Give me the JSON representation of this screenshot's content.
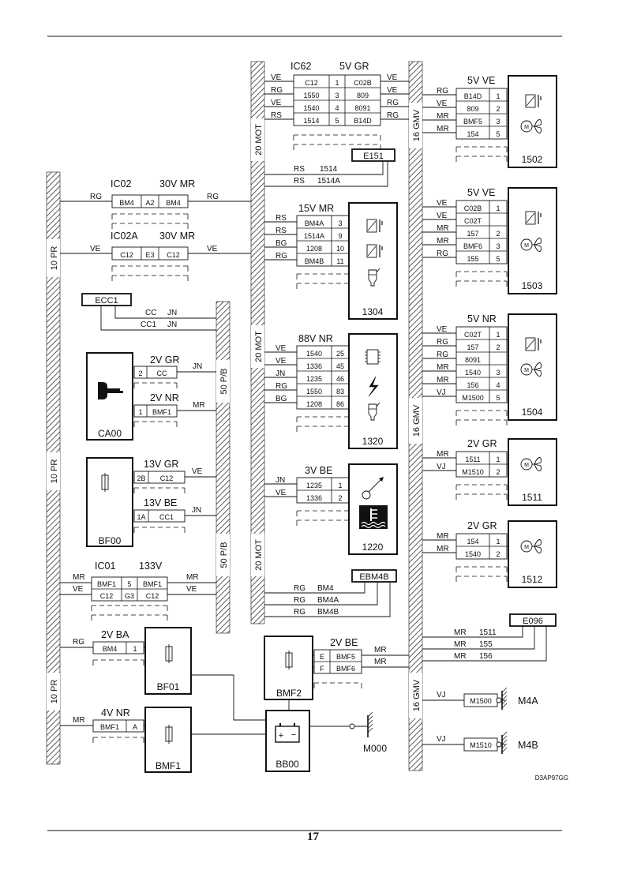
{
  "page_number": "17",
  "diagram_ref": "D3AP97GG",
  "bundles": {
    "pr": "10 PR",
    "mot": "20 MOT",
    "pb": "50 P/B",
    "gmv": "16 GMV"
  },
  "ic62": {
    "title": "IC62",
    "spec": "5V GR",
    "rows": [
      {
        "l": "VE",
        "a": "C12",
        "n": "1",
        "b": "C02B",
        "r": "VE"
      },
      {
        "l": "RG",
        "a": "1550",
        "n": "3",
        "b": "809",
        "r": "VE"
      },
      {
        "l": "VE",
        "a": "1540",
        "n": "4",
        "b": "8091",
        "r": "RG"
      },
      {
        "l": "RS",
        "a": "1514",
        "n": "5",
        "b": "B14D",
        "r": "RG"
      }
    ]
  },
  "e151": {
    "label": "E151",
    "w1": {
      "c": "RS",
      "n": "1514"
    },
    "w2": {
      "c": "RS",
      "n": "1514A"
    }
  },
  "ic02": {
    "title": "IC02",
    "spec": "30V MR",
    "l": "RG",
    "r": "RG",
    "cells": [
      "BM4",
      "A2",
      "BM4"
    ]
  },
  "ic02a": {
    "title": "IC02A",
    "spec": "30V MR",
    "l": "VE",
    "r": "VE",
    "cells": [
      "C12",
      "E3",
      "C12"
    ]
  },
  "ecc1": {
    "label": "ECC1",
    "w1": {
      "c": "CC",
      "n": "JN"
    },
    "w2": {
      "c": "CC1",
      "n": "JN"
    }
  },
  "ca00": {
    "label": "CA00",
    "c1": {
      "spec": "2V GR",
      "pin": "2",
      "w": "CC",
      "c": "JN"
    },
    "c2": {
      "spec": "2V NR",
      "pin": "1",
      "w": "BMF1",
      "c": "MR"
    }
  },
  "bf00": {
    "label": "BF00",
    "c1": {
      "spec": "13V GR",
      "pin": "2B",
      "w": "C12",
      "c": "VE"
    },
    "c2": {
      "spec": "13V BE",
      "pin": "1A",
      "w": "CC1",
      "c": "JN"
    }
  },
  "ic01": {
    "title": "IC01",
    "spec": "133V",
    "r1": {
      "l": "MR",
      "r": "MR",
      "cells": [
        "BMF1",
        "5",
        "BMF1"
      ]
    },
    "r2": {
      "l": "VE",
      "r": "VE",
      "cells": [
        "C12",
        "G3",
        "C12"
      ]
    }
  },
  "bf01": {
    "label": "BF01",
    "spec": "2V BA",
    "l": "RG",
    "cells": [
      "BM4",
      "1"
    ]
  },
  "bmf1": {
    "label": "BMF1",
    "spec": "4V NR",
    "l": "MR",
    "cells": [
      "BMF1",
      "A"
    ]
  },
  "c1304": {
    "label": "1304",
    "spec": "15V MR",
    "rows": [
      {
        "c": "RS",
        "w": "BM4A",
        "p": "3"
      },
      {
        "c": "RS",
        "w": "1514A",
        "p": "9"
      },
      {
        "c": "BG",
        "w": "1208",
        "p": "10"
      },
      {
        "c": "RG",
        "w": "BM4B",
        "p": "11"
      }
    ]
  },
  "c1320": {
    "label": "1320",
    "spec": "88V NR",
    "rows": [
      {
        "c": "VE",
        "w": "1540",
        "p": "25"
      },
      {
        "c": "VE",
        "w": "1336",
        "p": "45"
      },
      {
        "c": "JN",
        "w": "1235",
        "p": "46"
      },
      {
        "c": "RG",
        "w": "1550",
        "p": "83"
      },
      {
        "c": "BG",
        "w": "1208",
        "p": "86"
      }
    ]
  },
  "c1220": {
    "label": "1220",
    "spec": "3V BE",
    "rows": [
      {
        "c": "JN",
        "w": "1235",
        "p": "1"
      },
      {
        "c": "VE",
        "w": "1336",
        "p": "2"
      }
    ]
  },
  "ebm4b": {
    "label": "EBM4B",
    "wires": [
      {
        "c": "RG",
        "n": "BM4"
      },
      {
        "c": "RG",
        "n": "BM4A"
      },
      {
        "c": "RG",
        "n": "BM4B"
      }
    ]
  },
  "bmf2": {
    "label": "BMF2",
    "spec": "2V BE",
    "rows": [
      {
        "p": "E",
        "w": "BMF5",
        "c": "MR"
      },
      {
        "p": "F",
        "w": "BMF6",
        "c": "MR"
      }
    ]
  },
  "bb00": {
    "label": "BB00"
  },
  "m000": {
    "label": "M000"
  },
  "c1502": {
    "label": "1502",
    "spec": "5V VE",
    "rows": [
      {
        "c": "RG",
        "w": "B14D",
        "p": "1"
      },
      {
        "c": "VE",
        "w": "809",
        "p": "2"
      },
      {
        "c": "MR",
        "w": "BMF5",
        "p": "3"
      },
      {
        "c": "MR",
        "w": "154",
        "p": "5"
      }
    ]
  },
  "c1503": {
    "label": "1503",
    "spec": "5V VE",
    "rows": [
      {
        "c": "VE",
        "w": "C02B",
        "p": "1"
      },
      {
        "c": "VE",
        "w": "C02T",
        "p": ""
      },
      {
        "c": "MR",
        "w": "157",
        "p": "2"
      },
      {
        "c": "MR",
        "w": "BMF6",
        "p": "3"
      },
      {
        "c": "RG",
        "w": "155",
        "p": "5"
      }
    ]
  },
  "c1504": {
    "label": "1504",
    "spec": "5V NR",
    "rows": [
      {
        "c": "VE",
        "w": "C02T",
        "p": "1"
      },
      {
        "c": "RG",
        "w": "157",
        "p": "2"
      },
      {
        "c": "RG",
        "w": "8091",
        "p": ""
      },
      {
        "c": "MR",
        "w": "1540",
        "p": "3"
      },
      {
        "c": "MR",
        "w": "156",
        "p": "4"
      },
      {
        "c": "VJ",
        "w": "M1500",
        "p": "5"
      }
    ]
  },
  "c1511": {
    "label": "1511",
    "spec": "2V GR",
    "rows": [
      {
        "c": "MR",
        "w": "1511",
        "p": "1"
      },
      {
        "c": "VJ",
        "w": "M1510",
        "p": "2"
      }
    ]
  },
  "c1512": {
    "label": "1512",
    "spec": "2V GR",
    "rows": [
      {
        "c": "MR",
        "w": "154",
        "p": "1"
      },
      {
        "c": "MR",
        "w": "1540",
        "p": "2"
      }
    ]
  },
  "e096": {
    "label": "E096",
    "wires": [
      {
        "c": "MR",
        "n": "1511"
      },
      {
        "c": "MR",
        "n": "155"
      },
      {
        "c": "MR",
        "n": "156"
      }
    ]
  },
  "m4a": {
    "label": "M4A",
    "c": "VJ",
    "w": "M1500"
  },
  "m4b": {
    "label": "M4B",
    "c": "VJ",
    "w": "M1510"
  }
}
